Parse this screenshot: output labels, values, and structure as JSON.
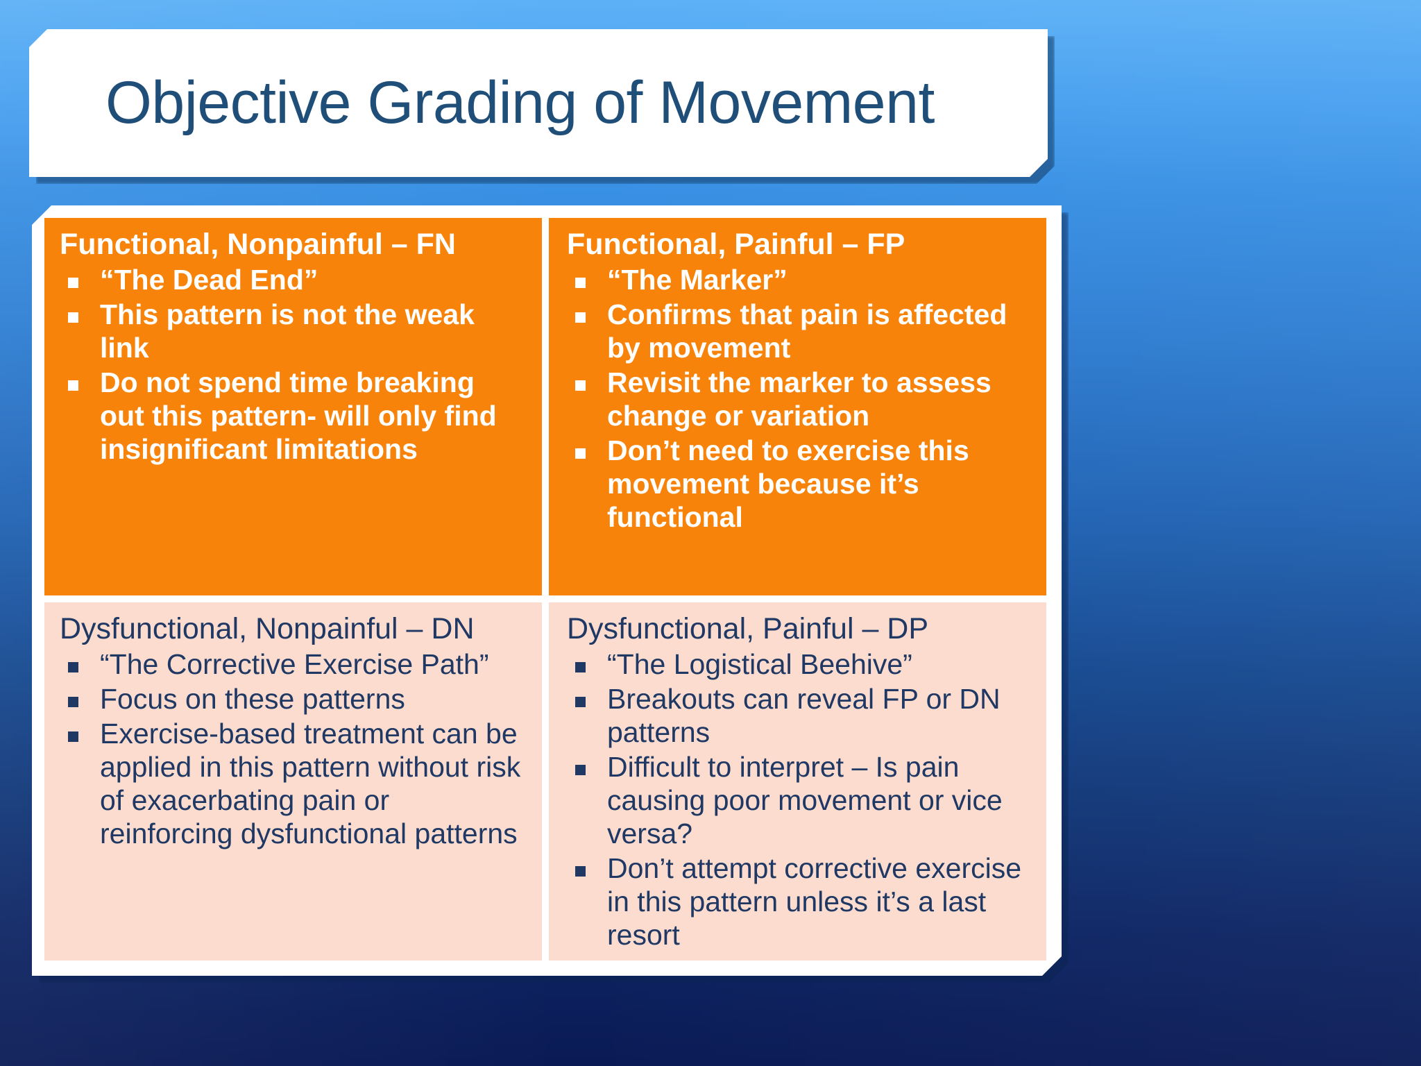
{
  "slide": {
    "title": "Objective Grading of Movement",
    "background_top_color": "#4aa8f5",
    "background_bottom_color": "#0a1a55",
    "title_color": "#1f4e79"
  },
  "quadrants": [
    {
      "id": "fn",
      "heading": "Functional, Nonpainful – FN",
      "fill": "#F7830A",
      "text_color": "#ffffff",
      "bullets": [
        "“The Dead End”",
        "This pattern is not the weak link",
        "Do not spend time breaking out this pattern- will only find insignificant limitations"
      ]
    },
    {
      "id": "fp",
      "heading": "Functional, Painful – FP",
      "fill": "#F7830A",
      "text_color": "#ffffff",
      "bullets": [
        "“The Marker”",
        "Confirms that pain is affected by movement",
        "Revisit the marker to assess change or variation",
        "Don’t need to exercise this movement because it’s functional"
      ]
    },
    {
      "id": "dn",
      "heading": "Dysfunctional, Nonpainful – DN",
      "fill": "#FBDCCE",
      "text_color": "#1F3864",
      "bullets": [
        "“The Corrective Exercise Path”",
        "Focus on these patterns",
        "Exercise-based treatment can be applied in this pattern without risk of exacerbating pain or reinforcing dysfunctional patterns"
      ]
    },
    {
      "id": "dp",
      "heading": "Dysfunctional, Painful – DP",
      "fill": "#FBDCCE",
      "text_color": "#1F3864",
      "bullets": [
        "“The Logistical Beehive”",
        "Breakouts can reveal FP or DN patterns",
        "Difficult to interpret – Is pain causing poor movement or vice versa?",
        "Don’t attempt corrective exercise in this pattern unless it’s a last resort"
      ]
    }
  ]
}
